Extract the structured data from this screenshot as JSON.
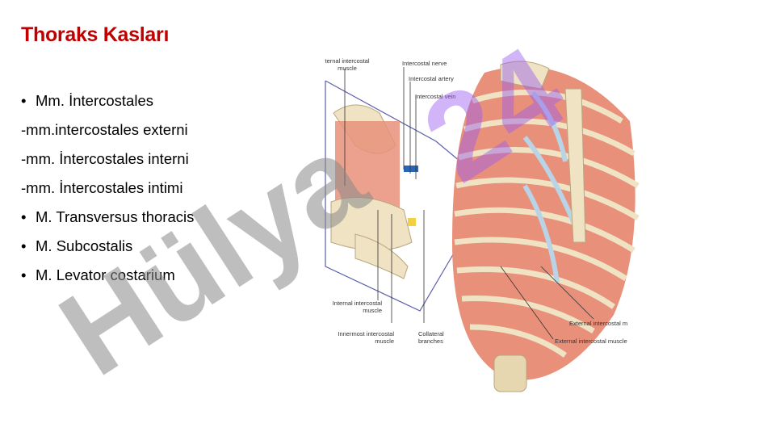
{
  "slide": {
    "title": "Thoraks Kasları",
    "items": [
      {
        "type": "bullet",
        "text": "Mm. İntercostales"
      },
      {
        "type": "plain",
        "text": "-mm.intercostales externi"
      },
      {
        "type": "plain",
        "text": "-mm. İntercostales interni"
      },
      {
        "type": "plain",
        "text": "-mm. İntercostales intimi"
      },
      {
        "type": "bullet",
        "text": "M. Transversus thoracis"
      },
      {
        "type": "bullet",
        "text": "M. Subcostalis"
      },
      {
        "type": "bullet",
        "text": "M. Levator costarium"
      }
    ],
    "bullet_char": "•"
  },
  "figure": {
    "labels": {
      "external_intercostal_top": "ternal intercostal muscle",
      "intercostal_nerve": "Intercostal nerve",
      "intercostal_artery": "Intercostal artery",
      "intercostal_vein": "Intercostal vein",
      "internal_intercostal": "Internal intercostal muscle",
      "innermost_intercostal": "Innermost intercostal muscle",
      "collateral_branches": "Collateral branches",
      "external_intercostal_m": "External intercostal m",
      "external_intercostal_muscle": "External intercostal muscle"
    }
  },
  "watermark": {
    "text": "Hülya 24"
  },
  "colors": {
    "title": "#c00000",
    "muscle": "#e8907a",
    "bone": "#efe3c4",
    "cartilage": "#b8d4e6"
  }
}
